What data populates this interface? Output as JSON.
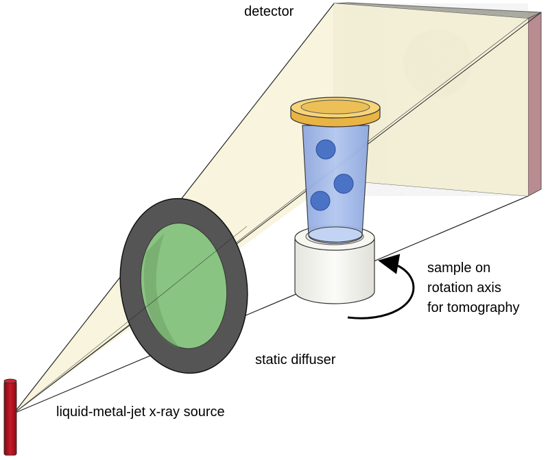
{
  "labels": {
    "detector": "detector",
    "sample": [
      "sample on",
      "rotation axis",
      "for tomography"
    ],
    "diffuser": "static diffuser",
    "source": "liquid-metal-jet x-ray source"
  },
  "colors": {
    "beam_fill": "#f7f3da",
    "detector_face": "#c9c9be",
    "detector_edge": "#b98a8f",
    "detector_side": "#8a8a82",
    "diffuser_ring": "#555555",
    "diffuser_glass": "#8fce86",
    "sample_tube": "#9fb7e8",
    "particle": "#4a72c5",
    "cap": "#f3c45a",
    "mount": "#f3f3ee",
    "source": "#b01020"
  }
}
